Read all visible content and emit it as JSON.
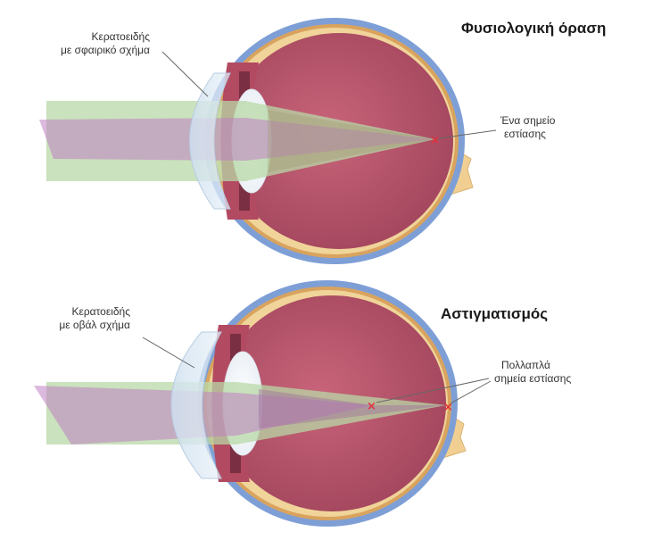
{
  "colors": {
    "sclera": "#7e9fd6",
    "choroid_inner": "#c2566f",
    "vitreous": "#b8536a",
    "retina_line": "#f0d49a",
    "optic_nerve": "#f1cf93",
    "lens": "#f7f9fb",
    "cornea": "#dbe9f5",
    "beam_green": "#b8d8a7",
    "beam_purple": "#c07fc3",
    "focus_mark": "#e2313c"
  },
  "diagrams": [
    {
      "id": "normal",
      "title": "Φυσιολογική όραση",
      "cornea_label_line1": "Κερατοειδής",
      "cornea_label_line2": "με σφαιρικό σχήμα",
      "focus_label_line1": "Ένα σημείο",
      "focus_label_line2": "εστίασης",
      "focus_icon": "x-mark-icon"
    },
    {
      "id": "astigmatism",
      "title": "Αστιγματισμός",
      "cornea_label_line1": "Κερατοειδής",
      "cornea_label_line2": "με οβάλ σχήμα",
      "focus_label_line1": "Πολλαπλά",
      "focus_label_line2": "σημεία εστίασης",
      "focus_icon": "x-mark-icon"
    }
  ]
}
